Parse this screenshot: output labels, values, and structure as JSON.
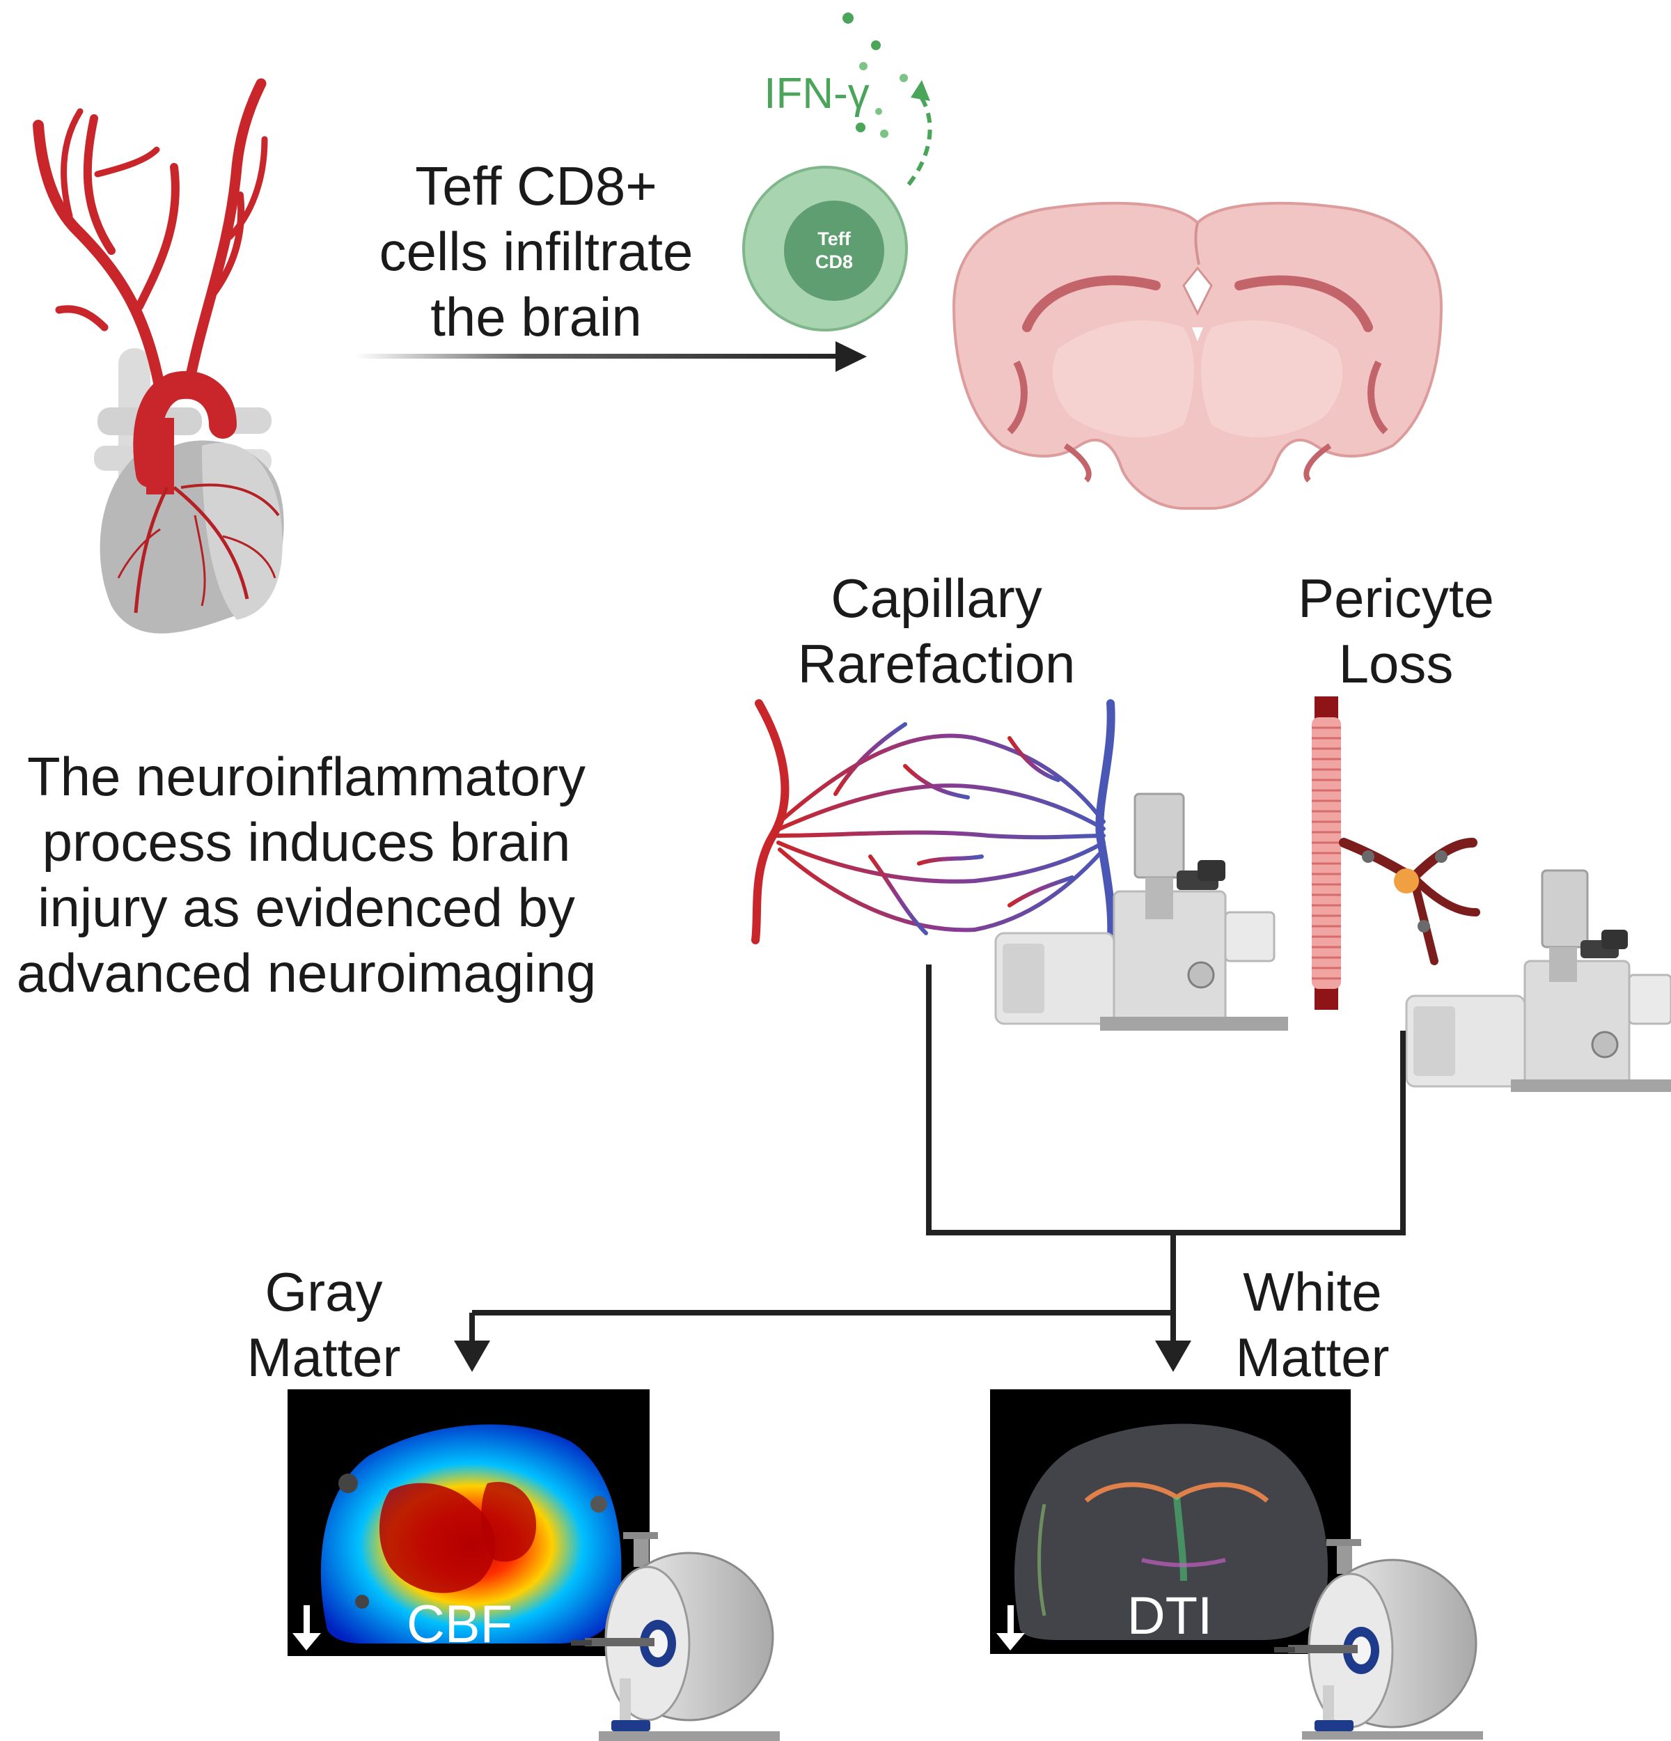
{
  "colors": {
    "artery": "#c8262a",
    "vein": "#4b57b5",
    "brain_fill": "#f0c5c3",
    "brain_dark": "#c2646a",
    "tcell_outer": "#a9d4b0",
    "tcell_inner": "#5e9e70",
    "ifn": "#4aa55a",
    "arrow": "#222222",
    "scan_bg": "#000000"
  },
  "icons": [
    "heart-icon",
    "t-cell-icon",
    "brain-section-icon",
    "capillary-network-icon",
    "pericyte-vessel-icon",
    "microscope-icon",
    "mri-scanner-icon",
    "down-arrow-icon"
  ],
  "top_arrow": {
    "lines": [
      "Teff CD8+",
      "cells infiltrate",
      "the brain"
    ]
  },
  "tcell": {
    "line1": "Teff",
    "line2": "CD8"
  },
  "ifn_label": "IFN-γ",
  "left_text": {
    "lines": [
      "The neuroinflammatory",
      "process induces brain",
      "injury as evidenced by",
      "advanced neuroimaging"
    ]
  },
  "capillary": {
    "lines": [
      "Capillary",
      "Rarefaction"
    ]
  },
  "pericyte": {
    "lines": [
      "Pericyte",
      "Loss"
    ]
  },
  "gray": {
    "lines": [
      "Gray",
      "Matter"
    ],
    "scan_label": "CBF"
  },
  "white": {
    "lines": [
      "White",
      "Matter"
    ],
    "scan_label": "DTI"
  }
}
